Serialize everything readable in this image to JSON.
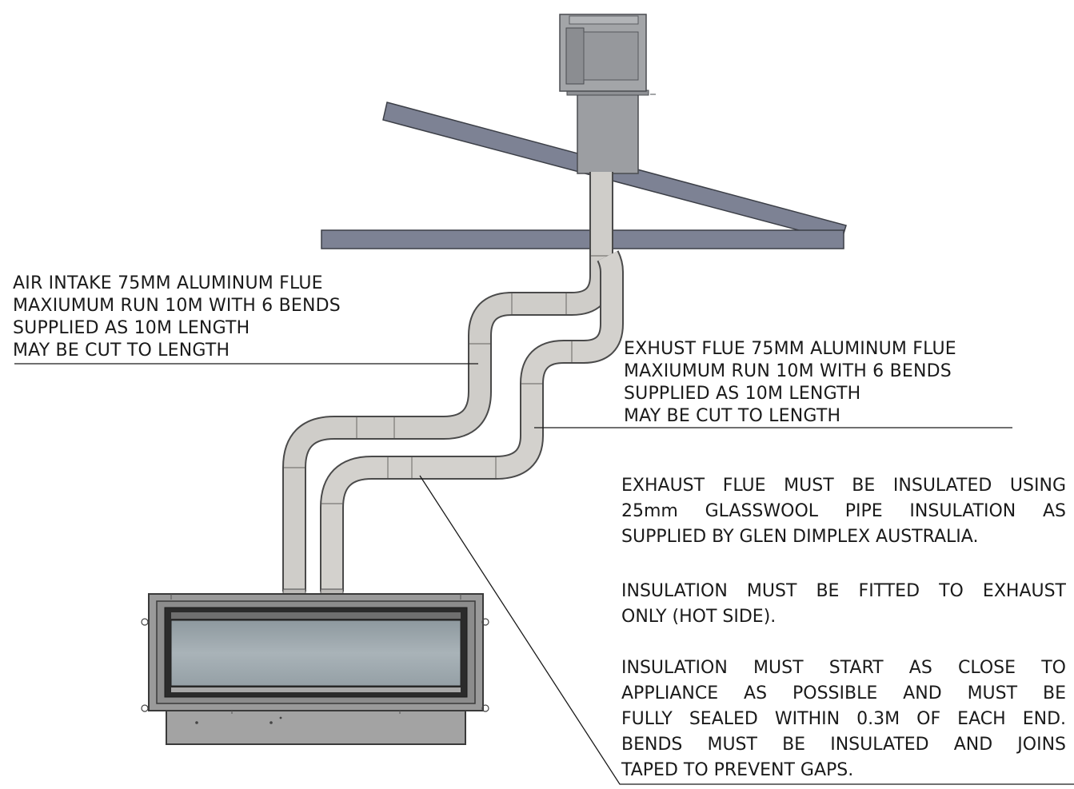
{
  "air_intake_label": {
    "lines": [
      "AIR INTAKE 75MM ALUMINUM FLUE",
      "MAXIUMUM RUN 10M WITH 6 BENDS",
      "SUPPLIED AS 10M LENGTH",
      "MAY BE CUT TO LENGTH"
    ]
  },
  "exhaust_label": {
    "lines": [
      "EXHUST FLUE 75MM ALUMINUM FLUE",
      "MAXIUMUM RUN 10M WITH 6 BENDS",
      "SUPPLIED AS 10M LENGTH",
      "MAY BE CUT TO LENGTH"
    ]
  },
  "notes": [
    {
      "lines": [
        "EXHAUST FLUE MUST BE INSULATED USING",
        "25mm GLASSWOOL PIPE INSULATION AS",
        "SUPPLIED BY GLEN DIMPLEX AUSTRALIA."
      ]
    },
    {
      "lines": [
        "INSULATION MUST BE FITTED TO EXHAUST",
        "ONLY (HOT SIDE)."
      ]
    },
    {
      "lines": [
        "INSULATION MUST START AS CLOSE TO",
        "APPLIANCE AS POSSIBLE AND MUST BE",
        "FULLY SEALED WITHIN 0.3M OF EACH END.",
        "BENDS MUST BE INSULATED AND JOINS",
        "TAPED TO PREVENT GAPS."
      ]
    }
  ],
  "colors": {
    "roof_blue_grey": "#7d8294",
    "flue_pipe": "#cfcdc9",
    "terminal_grey": "#a3a5a8",
    "appliance_body": "#9a9a9a",
    "glass": "#9fa9ae",
    "leader_line": "#1a1a1a"
  }
}
